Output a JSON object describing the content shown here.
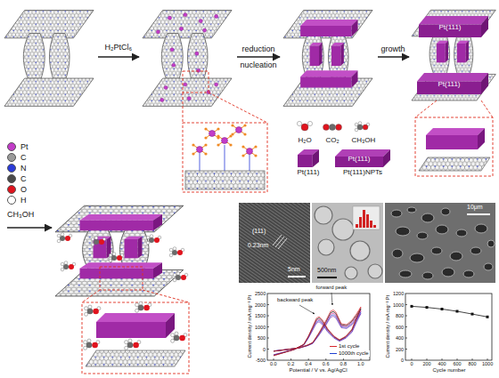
{
  "diagram": {
    "nodes": [
      {
        "text": [
          "Pt(111)"
        ]
      },
      {
        "text": [
          "Pt(111)"
        ]
      },
      {
        "text": [
          "Pt(111)"
        ]
      },
      {
        "text": [
          "Pt(111)",
          "Pt(111)NPTs"
        ]
      }
    ],
    "labels": [
      "H₂PtCl₆",
      "reduction",
      "nucleation",
      "growth",
      "H₂O",
      "CO₂",
      "CH₃OH",
      "CH₃OH",
      "(111)",
      "0.23nm",
      "5nm",
      "500nm",
      "10μm",
      "forward peak",
      "backward peak",
      "Current density / mA mg⁻¹ Pt",
      "Potential / V vs. Ag/AgCl",
      "2500",
      "2000",
      "1500",
      "1000",
      "500",
      "0",
      "-500",
      "0.0",
      "0.2",
      "0.4",
      "0.6",
      "0.8",
      "1.0",
      "Current density / mA mg⁻¹ Pt",
      "Cycle number",
      "1200",
      "1000",
      "800",
      "600",
      "400",
      "200",
      "0",
      "0",
      "200",
      "400",
      "600",
      "800",
      "1000"
    ],
    "legend": [
      {
        "text": "Pt",
        "color": "#c23cc8"
      },
      {
        "text": "C",
        "color": "#9a9a9a"
      },
      {
        "text": "N",
        "color": "#2a3bd8"
      },
      {
        "text": "C",
        "color": "#4a4a4a"
      },
      {
        "text": "O",
        "color": "#e0141e"
      },
      {
        "text": "H",
        "color": "#ffffff"
      },
      {
        "text": "1st cycle"
      },
      {
        "text": "1000th cycle"
      }
    ]
  }
}
